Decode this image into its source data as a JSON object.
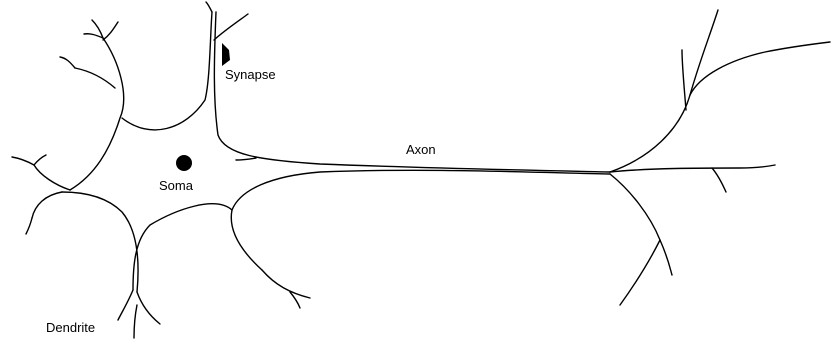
{
  "diagram": {
    "title": "",
    "labels": {
      "synapse": "Synapse",
      "axon": "Axon",
      "soma": "Soma",
      "dendrite": "Dendrite"
    },
    "colors": {
      "background": "#ffffff",
      "ink": "#000000"
    }
  }
}
